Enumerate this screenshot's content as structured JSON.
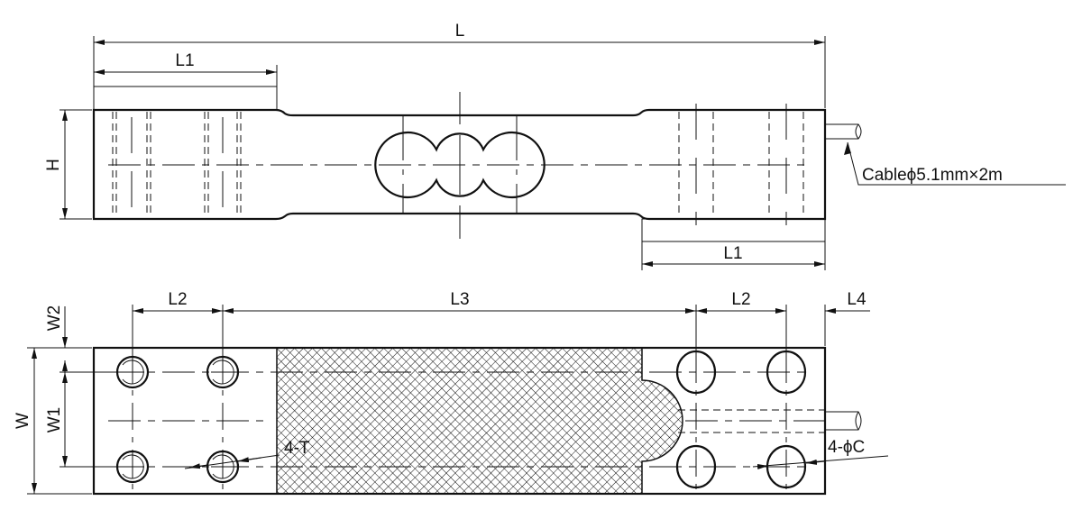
{
  "drawing": {
    "title": "Single point load cell dimensional drawing",
    "top_view": {
      "dim_length": "L",
      "dim_l1_top": "L1",
      "dim_l1_bottom": "L1",
      "dim_height": "H",
      "cable_note": "Cableϕ5.1mm×2m"
    },
    "bottom_view": {
      "dim_l2_left": "L2",
      "dim_l3": "L3",
      "dim_l2_right": "L2",
      "dim_l4": "L4",
      "dim_w2": "W2",
      "dim_w": "W",
      "dim_w1": "W1",
      "thread_note": "4-T",
      "hole_note": "4-ϕC"
    }
  }
}
